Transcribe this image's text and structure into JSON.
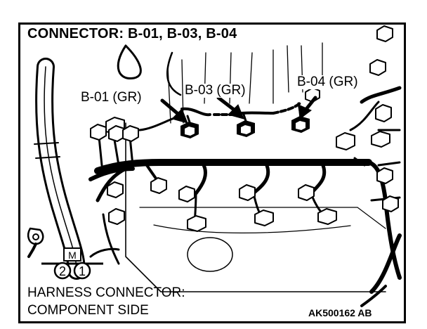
{
  "title": "CONNECTOR: B-01, B-03, B-04",
  "labels": {
    "b01": "B-01 (GR)",
    "b03": "B-03 (GR)",
    "b04": "B-04 (GR)"
  },
  "harness_line1": "HARNESS CONNECTOR:",
  "harness_line2": "COMPONENT SIDE",
  "pin_label": "M",
  "pins": [
    "2",
    "1"
  ],
  "figure_code": "AK500162 AB"
}
